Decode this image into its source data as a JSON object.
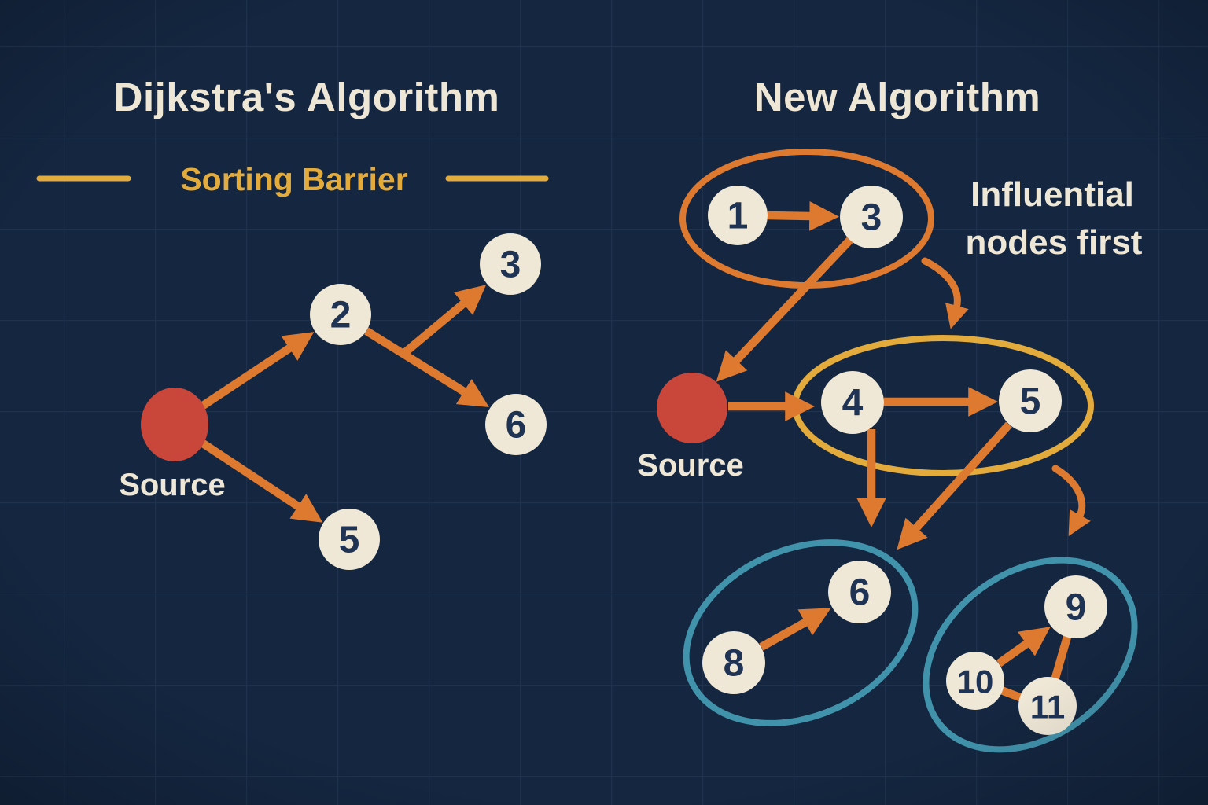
{
  "colors": {
    "background": "#142640",
    "grid": "#2b4c70",
    "cream": "#efe7d6",
    "gold": "#e3ab3c",
    "orange": "#de7930",
    "red": "#c8473a",
    "teal": "#4193ac",
    "node_fill": "#f0e8d7",
    "node_text": "#1f3355"
  },
  "left": {
    "title": "Dijkstra's Algorithm",
    "barrier_label": "Sorting Barrier",
    "source_label": "Source",
    "node_labels": {
      "n2": "2",
      "n3": "3",
      "n6": "6",
      "n5": "5"
    },
    "edges": [
      "Source→2",
      "Source→5",
      "2→3",
      "2→6"
    ]
  },
  "right": {
    "title": "New Algorithm",
    "annotation_line1": "Influential",
    "annotation_line2": "nodes first",
    "source_label": "Source",
    "node_labels": {
      "n1": "1",
      "n3": "3",
      "n4": "4",
      "n5": "5",
      "n6": "6",
      "n8": "8",
      "n9": "9",
      "n10": "10",
      "n11": "11"
    },
    "groups": [
      {
        "outline": "orange",
        "members": [
          "1",
          "3"
        ]
      },
      {
        "outline": "yellow",
        "members": [
          "4",
          "5"
        ]
      },
      {
        "outline": "teal",
        "members": [
          "8",
          "6"
        ]
      },
      {
        "outline": "teal",
        "members": [
          "10",
          "11",
          "9"
        ]
      }
    ],
    "edges": [
      "1→3",
      "3→Source",
      "Source→4",
      "4→5",
      "4→group3",
      "5→group3",
      "group1→group2",
      "group2→group4",
      "8→6",
      "10→9",
      "10–11",
      "11–9"
    ]
  }
}
